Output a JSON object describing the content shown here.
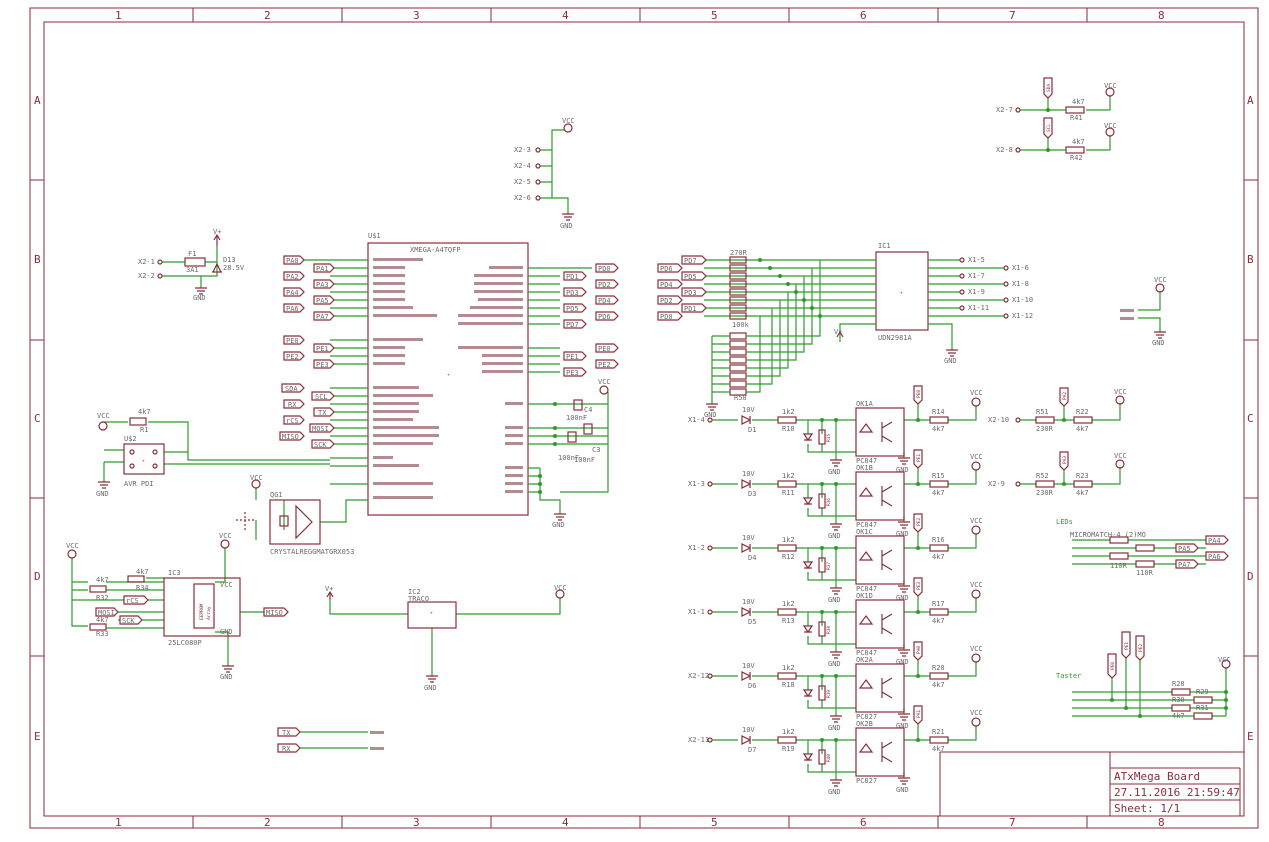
{
  "frame": {
    "columns": [
      "1",
      "2",
      "3",
      "4",
      "5",
      "6",
      "7",
      "8"
    ],
    "rows": [
      "A",
      "B",
      "C",
      "D",
      "E"
    ]
  },
  "title_block": {
    "title": "ATxMega Board",
    "date": "27.11.2016 21:59:47",
    "sheet": "Sheet: 1/1"
  },
  "mcu": {
    "name": "U$1",
    "value": "XMEGA-A4TQFP",
    "porta_labels": [
      "PA0",
      "PA1",
      "PA2",
      "PA3",
      "PA4",
      "PA5",
      "PA6",
      "PA7"
    ],
    "portb_labels": [
      "PD0",
      "PD1",
      "PD2",
      "PD3",
      "PD4",
      "PD5",
      "PD6",
      "PD7"
    ],
    "porte_labels": [
      "PE0",
      "PE1",
      "PE2",
      "PE3"
    ],
    "left_e": [
      "PE0",
      "PE2",
      "PE3"
    ],
    "right_e": [
      "PE0",
      "PE1",
      "PE2",
      "PE3"
    ],
    "bus_labels": [
      "SDA",
      "SCL",
      "RX",
      "TX",
      "rCS",
      "MOSI",
      "MISO",
      "SCK"
    ]
  },
  "caps": [
    "C4",
    "C3",
    "100nF",
    "100nF",
    "100nF"
  ],
  "power": {
    "vcc": "VCC",
    "gnd": "GND",
    "vplus": "V+",
    "fuse": "F1",
    "fuse_value": "3A1",
    "zener": "D13",
    "zener_value": "28.5V",
    "x2_labels": [
      "X2-1",
      "X2-2"
    ]
  },
  "top_connector": [
    "X2-3",
    "X2-4",
    "X2-5",
    "X2-6"
  ],
  "pdi": {
    "r": "R1",
    "rv": "4k7",
    "name": "U$2",
    "value": "AVR PDI"
  },
  "oscillator": {
    "name": "QG1",
    "value": "CRYSTALREGGMATGRX053"
  },
  "eeprom": {
    "name": "IC3",
    "value": "25LC080P",
    "r32": "R32",
    "r34": "R34",
    "r33": "R33",
    "rv": "4k7",
    "inner1": "EEPROM",
    "inner2": "Array",
    "pins": [
      "VCC",
      "GND",
      "MOSI",
      "SCK",
      "MISO"
    ]
  },
  "regulator": {
    "name": "IC2",
    "value": "TRACO"
  },
  "uart": [
    "TX",
    "RX"
  ],
  "driver": {
    "name": "IC1",
    "value": "UDN2981A",
    "rn": "R50",
    "rv": "270R",
    "rv2": "100k",
    "inputs": [
      "PD7",
      "PD6",
      "PD5",
      "PD4",
      "PD3",
      "PD2",
      "PD1",
      "PD0"
    ],
    "outputs": [
      "X1-5",
      "X1-6",
      "X1-7",
      "X1-8",
      "X1-9",
      "X1-10",
      "X1-11",
      "X1-12"
    ]
  },
  "optos": [
    {
      "x": "X1-4",
      "d": "D1",
      "r1": "R10",
      "r2": "R35",
      "ok": "OK1A",
      "pc": "PC847",
      "r": "R14",
      "pe": "PE0"
    },
    {
      "x": "X1-3",
      "d": "D3",
      "r1": "R11",
      "r2": "R36",
      "ok": "OK1B",
      "pc": "PC847",
      "r": "R15",
      "pe": "PE1"
    },
    {
      "x": "X1-2",
      "d": "D4",
      "r1": "R12",
      "r2": "R37",
      "ok": "OK1C",
      "pc": "PC847",
      "r": "R16",
      "pe": "PE2"
    },
    {
      "x": "X1-1",
      "d": "D5",
      "r1": "R13",
      "r2": "R38",
      "ok": "OK1D",
      "pc": "PC847",
      "r": "R17",
      "pe": "PE3"
    },
    {
      "x": "X2-12",
      "d": "D6",
      "r1": "R18",
      "r2": "R39",
      "ok": "OK2A",
      "pc": "PC827",
      "r": "R20",
      "pe": "PA0"
    },
    {
      "x": "X2-11",
      "d": "D7",
      "r1": "R19",
      "r2": "R40",
      "ok": "OK2B",
      "pc": "PC827",
      "r": "R21",
      "pe": "PA1"
    }
  ],
  "opto_values": {
    "diode": "10V",
    "res": "1k2",
    "pull": "4k7"
  },
  "i2c_pullups": [
    {
      "x": "X2-7",
      "net": "SDA",
      "r": "R41",
      "v": "4k7"
    },
    {
      "x": "X2-8",
      "net": "SCL",
      "r": "R42",
      "v": "4k7"
    }
  ],
  "right_inputs": [
    {
      "x": "X2-10",
      "r1": "R51",
      "v1": "230R",
      "r2": "R22",
      "v2": "4k7",
      "net": "PA2"
    },
    {
      "x": "X2-9",
      "r1": "R52",
      "v1": "230R",
      "r2": "R23",
      "v2": "4k7",
      "net": "PA3"
    }
  ],
  "leds": {
    "title": "LEDs",
    "header": "MICROMATCH-4 (2)MO",
    "nets": [
      "PA4",
      "PA5",
      "PA6",
      "PA7"
    ],
    "rv": "110R"
  },
  "tasters": {
    "title": "Taster",
    "nets": [
      "PE0",
      "PE1",
      "PE2"
    ],
    "rs": [
      "R28",
      "R29",
      "R30",
      "R31"
    ],
    "rv": "4k7"
  }
}
